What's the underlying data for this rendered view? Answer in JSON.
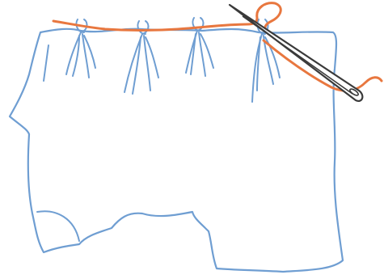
{
  "illustration": {
    "subject": "fabric-gathered-with-thread-and-needle",
    "colors": {
      "fabric_outline": "#6f9ed2",
      "thread": "#e8773f",
      "needle_outline": "#3a3a3a",
      "background": "#ffffff"
    },
    "pleat_count": 4,
    "icons": [
      "fabric",
      "thread",
      "needle"
    ]
  }
}
